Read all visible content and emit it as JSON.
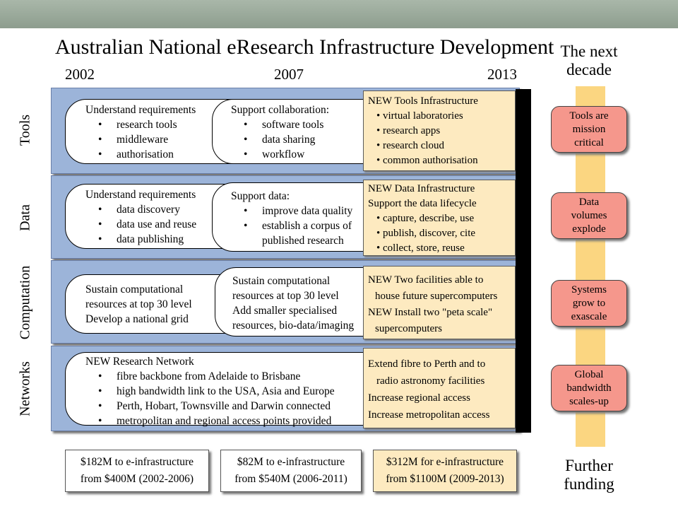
{
  "title": "Australian National eResearch Infrastructure Development",
  "years": [
    "2002",
    "2007",
    "2013"
  ],
  "next_decade": [
    "The next",
    "decade"
  ],
  "further_funding": [
    "Further",
    "funding"
  ],
  "colors": {
    "band": "#9cb4d9",
    "yellow": "#fdeac0",
    "pill": "#f5978c",
    "orange_bar": "#fbd681"
  },
  "rows": {
    "tools": {
      "label": "Tools",
      "stage1": {
        "head": "Understand requirements",
        "items": [
          "research tools",
          "middleware",
          "authorisation"
        ]
      },
      "stage2": {
        "head": "Support collaboration:",
        "items": [
          "software tools",
          "data sharing",
          "workflow"
        ]
      },
      "stage3": {
        "head": "NEW Tools Infrastructure",
        "items": [
          "virtual laboratories",
          "research apps",
          "research cloud",
          "common authorisation"
        ]
      }
    },
    "data": {
      "label": "Data",
      "stage1": {
        "head": "Understand requirements",
        "items": [
          "data discovery",
          "data use and reuse",
          "data publishing"
        ]
      },
      "stage2": {
        "head": "Support data:",
        "items": [
          "improve data quality",
          "establish a corpus of",
          "published research"
        ]
      },
      "stage3": {
        "head": "NEW Data Infrastructure",
        "sub": "Support the data lifecycle",
        "items": [
          "capture, describe, use",
          "publish, discover, cite",
          "collect, store, reuse"
        ]
      }
    },
    "computation": {
      "label": "Computation",
      "stage1": {
        "lines": [
          "Sustain computational",
          "resources at top 30 level",
          "Develop a national grid"
        ]
      },
      "stage2": {
        "lines": [
          "Sustain computational",
          "resources at top 30 level",
          "Add smaller specialised",
          "resources, bio-data/imaging"
        ]
      },
      "stage3": {
        "lines": [
          "NEW Two facilities able to",
          "house future supercomputers",
          "NEW Install two \"peta scale\"",
          "supercomputers"
        ]
      }
    },
    "networks": {
      "label": "Networks",
      "stage1": {
        "head": "NEW Research Network",
        "items": [
          "fibre backbone from Adelaide to Brisbane",
          "high bandwidth link to the USA, Asia and Europe",
          "Perth, Hobart, Townsville and Darwin connected",
          "metropolitan and regional access points provided"
        ]
      },
      "stage3": {
        "lines": [
          "Extend fibre to Perth and to",
          "radio astronomy facilities",
          "Increase regional access",
          "Increase metropolitan access"
        ]
      }
    }
  },
  "pills": [
    [
      "Tools are",
      "mission",
      "critical"
    ],
    [
      "Data",
      "volumes",
      "explode"
    ],
    [
      "Systems",
      "grow to",
      "exascale"
    ],
    [
      "Global",
      "bandwidth",
      "scales-up"
    ]
  ],
  "funding": [
    [
      "$182M to e-infrastructure",
      "from $400M (2002-2006)"
    ],
    [
      "$82M to e-infrastructure",
      "from $540M (2006-2011)"
    ],
    [
      "$312M for e-infrastructure",
      "from $1100M (2009-2013)"
    ]
  ]
}
